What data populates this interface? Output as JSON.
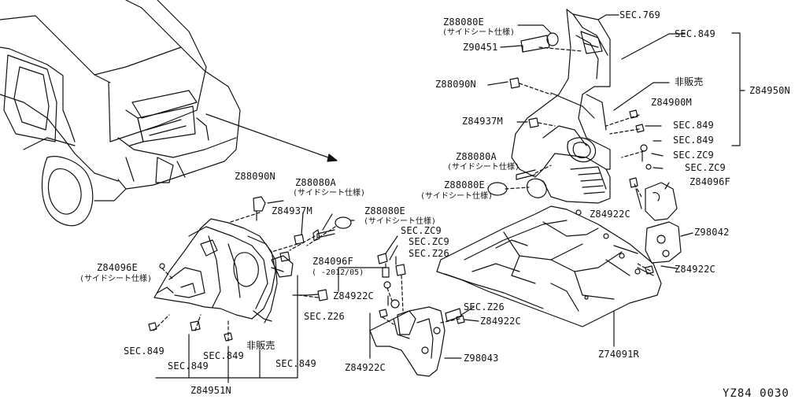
{
  "page_code": "YZ84  0030",
  "labels": {
    "z88080e_a": "Z88080E",
    "z88080e_a_note": "(サイドシート仕様)",
    "sec769": "SEC.769",
    "sec849_a": "SEC.849",
    "z90451": "Z90451",
    "z88090n_a": "Z88090N",
    "hihanbai_a": "非販売",
    "z84950n": "Z84950N",
    "z84900m": "Z84900M",
    "z84937m_a": "Z84937M",
    "sec849_b": "SEC.849",
    "sec849_c": "SEC.849",
    "z88080a_a": "Z88080A",
    "z88080a_a_note": "(サイドシート仕様)",
    "seczc9_a": "SEC.ZC9",
    "seczc9_b": "SEC.ZC9",
    "z84096f_a": "Z84096F",
    "z88080e_b": "Z88080E",
    "z88080e_b_note": "(サイドシート仕様)",
    "z84922c_a": "Z84922C",
    "z98042": "Z98042",
    "z84922c_b": "Z84922C",
    "z88090n_b": "Z88090N",
    "z88080a_b": "Z88080A",
    "z88080a_b_note": "(サイドシート仕様)",
    "z84937m_b": "Z84937M",
    "z88080e_c": "Z88080E",
    "z88080e_c_note": "(サイドシート仕様)",
    "seczc9_c": "SEC.ZC9",
    "seczc9_d": "SEC.ZC9",
    "secz26_a": "SEC.Z26",
    "z84096e": "Z84096E",
    "z84096e_note": "(サイドシート仕様)",
    "z84096f_b": "Z84096F",
    "z84096f_b_note": "( -2012/05)",
    "z84922c_c": "Z84922C",
    "secz26_b": "SEC.Z26",
    "secz26_c": "SEC.Z26",
    "z84922c_d": "Z84922C",
    "z98043": "Z98043",
    "z84922c_e": "Z84922C",
    "z74091r": "Z74091R",
    "sec849_d": "SEC.849",
    "sec849_e": "SEC.849",
    "sec849_f": "SEC.849",
    "hihanbai_b": "非販売",
    "sec849_g": "SEC.849",
    "z84951n": "Z84951N"
  }
}
